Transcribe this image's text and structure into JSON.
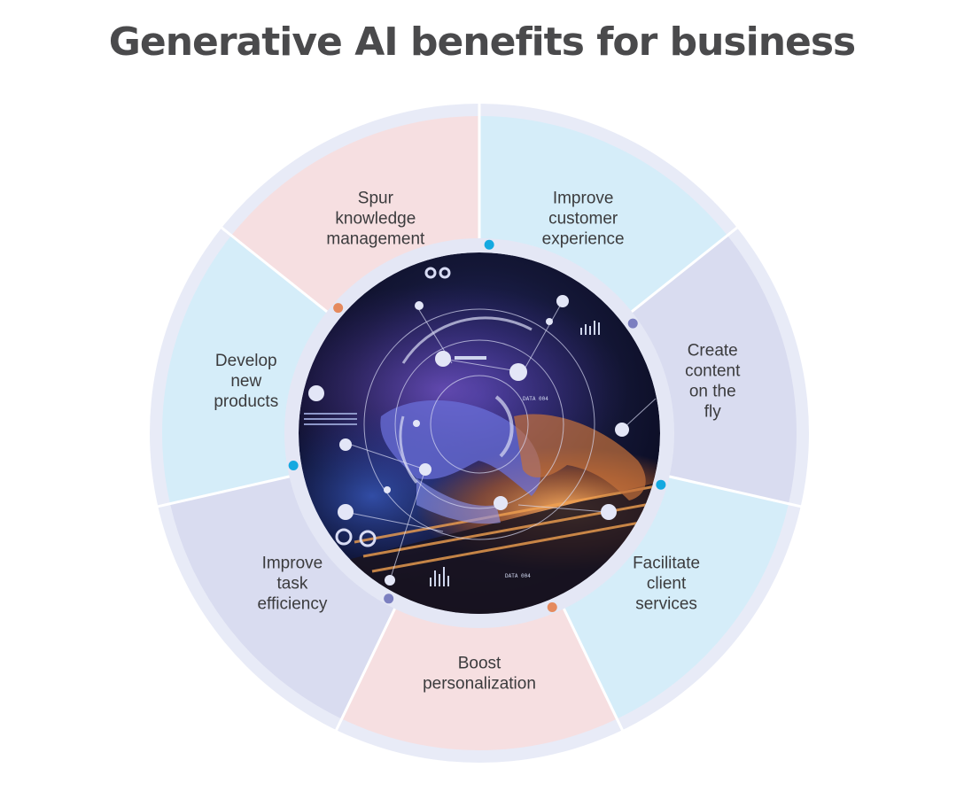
{
  "title": "Generative AI benefits for business",
  "segments": [
    {
      "lines": [
        "Improve",
        "customer",
        "experience"
      ],
      "fill": "#d5edf9",
      "dot": "#14a9e0"
    },
    {
      "lines": [
        "Create",
        "content",
        "on the",
        "fly"
      ],
      "fill": "#d9dcf0",
      "dot": "#7b7fc0"
    },
    {
      "lines": [
        "Facilitate",
        "client",
        "services"
      ],
      "fill": "#d5edf9",
      "dot": "#14a9e0"
    },
    {
      "lines": [
        "Boost",
        "personalization"
      ],
      "fill": "#f6dfe1",
      "dot": "#e58a5e"
    },
    {
      "lines": [
        "Improve",
        "task",
        "efficiency"
      ],
      "fill": "#d9dcf0",
      "dot": "#7b7fc0"
    },
    {
      "lines": [
        "Develop",
        "new",
        "products"
      ],
      "fill": "#d5edf9",
      "dot": "#14a9e0"
    },
    {
      "lines": [
        "Spur",
        "knowledge",
        "management"
      ],
      "fill": "#f6dfe1",
      "dot": "#e58a5e"
    }
  ],
  "colors": {
    "title": "#4a4a4c",
    "label": "#3b3b3d",
    "separator": "#ffffff",
    "outer_ring": "#e8ebf7",
    "inner_ring": "#e4e7f5"
  },
  "center_image": {
    "icon": "hands-typing-keyboard-hud",
    "hud_labels": [
      "DATA 004",
      "DATA 004"
    ],
    "palette": [
      "#0b0d1f",
      "#2a2f8a",
      "#6b3fa8",
      "#e0803a"
    ]
  }
}
